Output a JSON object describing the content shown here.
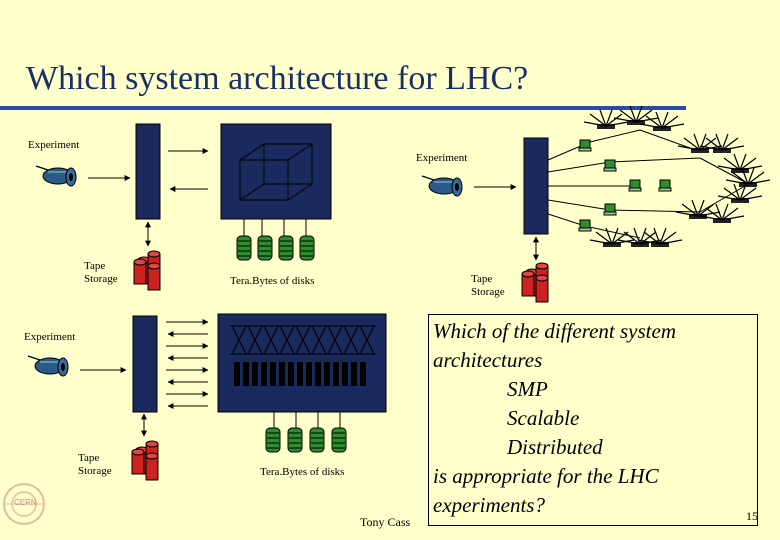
{
  "slide": {
    "title": "Which system architecture for LHC?",
    "page_number": "15",
    "author": "Tony Cass",
    "logo_text": "CERN"
  },
  "labels": {
    "experiment": "Experiment",
    "tape_storage_line1": "Tape",
    "tape_storage_line2": "Storage",
    "terabytes_of_disks": "Tera.Bytes of disks"
  },
  "question": {
    "line1": "Which of the different system",
    "line2": "architectures",
    "option_smp": "SMP",
    "option_scalable": "Scalable",
    "option_distributed": "Distributed",
    "line3": "is appropriate for the LHC",
    "line4": "experiments?"
  },
  "colors": {
    "background": "#ffffcc",
    "title": "#1a2f66",
    "rule": "#2a4aa8",
    "navy": "#1a2a5e",
    "disk": "#2e8b2e",
    "tape": "#cc2222"
  },
  "icons": [
    "detector-icon",
    "disk-stack-icon",
    "tape-cluster-icon",
    "workstation-icon",
    "cern-logo-icon"
  ]
}
